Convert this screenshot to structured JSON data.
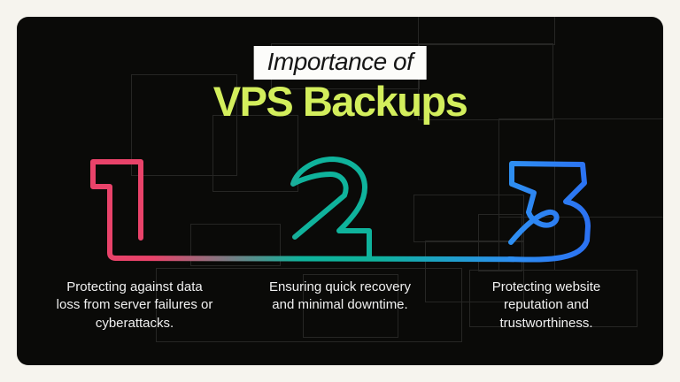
{
  "slide": {
    "kicker": "Importance of",
    "title": "VPS Backups"
  },
  "points": [
    {
      "number": "1",
      "text": "Protecting against data\nloss from server failures or\ncyberattacks."
    },
    {
      "number": "2",
      "text": "Ensuring quick recovery\nand minimal downtime."
    },
    {
      "number": "3",
      "text": "Protecting website\nreputation and\ntrustworthiness."
    }
  ],
  "colors": {
    "outer_background": "#f6f4ee",
    "panel_background": "#0a0a08",
    "title_lime": "#d3ee5c",
    "kicker_box": "#fcfcfa",
    "kicker_text": "#161616",
    "body_text": "#f0f0f0",
    "number1_pink": "#e9436a",
    "number2_teal": "#0fb39c",
    "number3_blue_light": "#2e8ef2",
    "number3_blue_deep": "#2a66f3",
    "grid_line": "#262624"
  }
}
